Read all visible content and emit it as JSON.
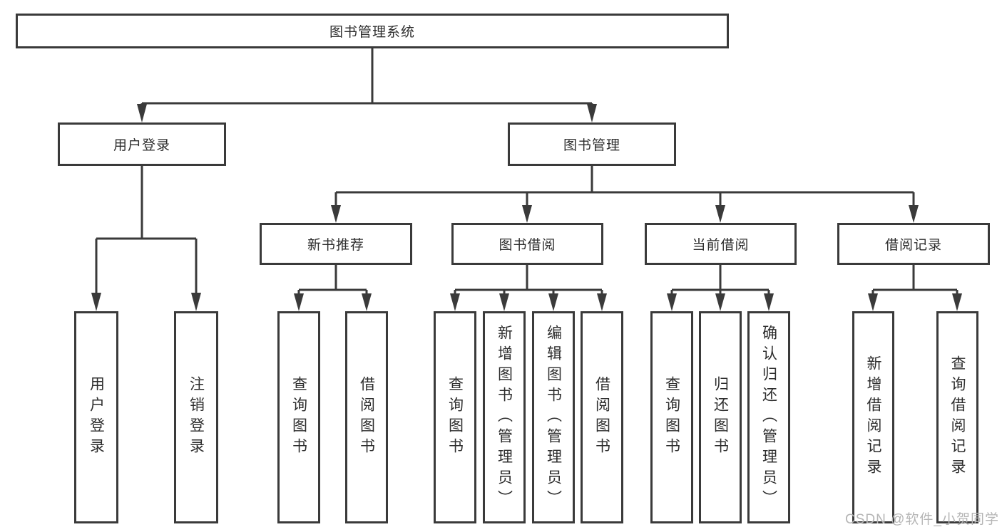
{
  "diagram": {
    "type": "tree",
    "tree": {
      "root": {
        "label": "图书管理系统",
        "children": [
          {
            "label": "用户登录",
            "children": [
              {
                "label": "用户登录"
              },
              {
                "label": "注销登录"
              }
            ]
          },
          {
            "label": "图书管理",
            "children": [
              {
                "label": "新书推荐",
                "children": [
                  {
                    "label": "查询图书"
                  },
                  {
                    "label": "借阅图书"
                  }
                ]
              },
              {
                "label": "图书借阅",
                "children": [
                  {
                    "label": "查询图书"
                  },
                  {
                    "label": "新增图书（管理员）"
                  },
                  {
                    "label": "编辑图书（管理员）"
                  },
                  {
                    "label": "借阅图书"
                  }
                ]
              },
              {
                "label": "当前借阅",
                "children": [
                  {
                    "label": "查询图书"
                  },
                  {
                    "label": "归还图书"
                  },
                  {
                    "label": "确认归还（管理员）"
                  }
                ]
              },
              {
                "label": "借阅记录",
                "children": [
                  {
                    "label": "新增借阅记录"
                  },
                  {
                    "label": "查询借阅记录"
                  }
                ]
              }
            ]
          }
        ]
      }
    },
    "watermark": "CSDN @软件_小贺同学",
    "colors": {
      "line": "#3a3a3a",
      "box_border": "#3a3a3a",
      "text": "#2d2d2d",
      "watermark": "#b5b5b5",
      "background": "#ffffff"
    }
  }
}
